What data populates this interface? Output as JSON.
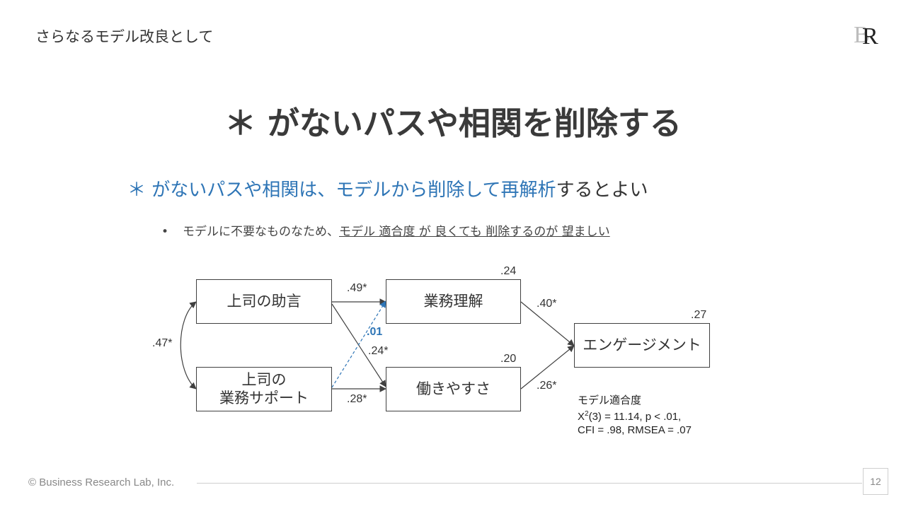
{
  "header": {
    "section_title": "さらなるモデル改良として",
    "logo_text": "BR"
  },
  "main": {
    "title": "＊ がないパスや相関を削除する",
    "subtitle_highlight": "＊ がないパスや相関は、モデルから削除して再解析",
    "subtitle_rest": "するとよい",
    "bullet_marker": "•",
    "bullet_plain": "モデルに不要なものなため、",
    "bullet_underlined": "モデル 適合度 が 良くても 削除するのが 望ましい"
  },
  "diagram": {
    "nodes": {
      "advice": "上司の助言",
      "support_line1": "上司の",
      "support_line2": "業務サポート",
      "understanding": "業務理解",
      "workability": "働きやすさ",
      "engagement": "エンゲージメント"
    },
    "r2": {
      "understanding": ".24",
      "workability": ".20",
      "engagement": ".27"
    },
    "coefficients": {
      "correlation": ".47*",
      "advice_understanding": ".49*",
      "support_understanding": ".01",
      "advice_workability": ".24*",
      "support_workability": ".28*",
      "understanding_engagement": ".40*",
      "workability_engagement": ".26*"
    },
    "fit": {
      "title": "モデル適合度",
      "chi_prefix": "X",
      "chi_sup": "2",
      "chi_rest": "(3) = 11.14, p < .01,",
      "line3": "CFI = .98, RMSEA = .07"
    }
  },
  "colors": {
    "accent": "#2e75b6",
    "text": "#333333"
  },
  "footer": {
    "copyright": "© Business Research Lab, Inc.",
    "page_number": "12"
  }
}
